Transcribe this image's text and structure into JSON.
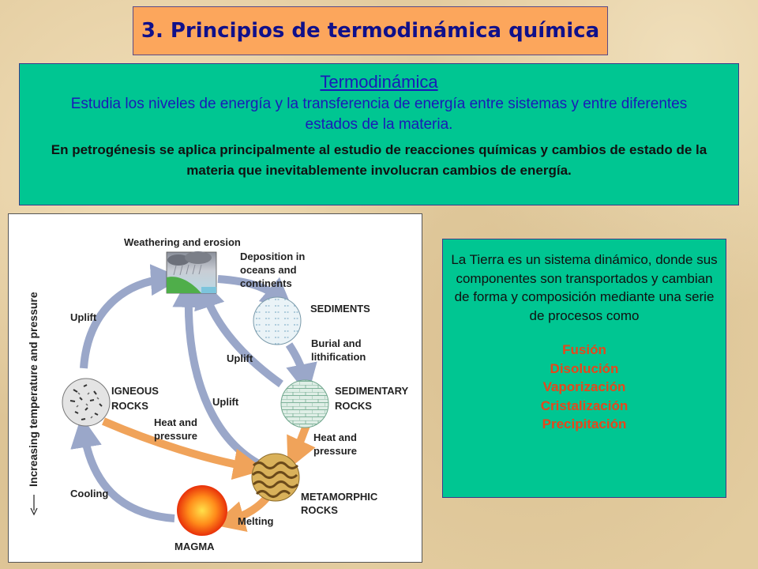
{
  "title": "3. Principios de termodinámica química",
  "thermo": {
    "heading": "Termodinámica",
    "description": "Estudia los niveles de energía y la transferencia de energía entre sistemas y entre diferentes estados de la materia.",
    "petrogenesis": "En petrogénesis se aplica principalmente al estudio de reacciones químicas y cambios de estado de la materia que inevitablemente involucran cambios de energía."
  },
  "diagram": {
    "axis_label": "Increasing temperature and pressure",
    "labels": {
      "weathering": "Weathering and erosion",
      "deposition_1": "Deposition in",
      "deposition_2": "oceans and",
      "deposition_3": "continents",
      "sediments": "SEDIMENTS",
      "burial_1": "Burial and",
      "burial_2": "lithification",
      "sedimentary_1": "SEDIMENTARY",
      "sedimentary_2": "ROCKS",
      "heat_right_1": "Heat and",
      "heat_right_2": "pressure",
      "metamorphic_1": "METAMORPHIC",
      "metamorphic_2": "ROCKS",
      "melting": "Melting",
      "magma": "MAGMA",
      "cooling": "Cooling",
      "igneous_1": "IGNEOUS",
      "igneous_2": "ROCKS",
      "uplift_left": "Uplift",
      "uplift_mid": "Uplift",
      "uplift_inner": "Uplift",
      "heat_left_1": "Heat and",
      "heat_left_2": "pressure"
    },
    "colors": {
      "arrow_blue": "#9aa7c9",
      "arrow_orange": "#f0a35a",
      "magma_core": "#ffcc00",
      "magma_edge": "#e8300a"
    }
  },
  "tierra": {
    "text": "La Tierra es un sistema dinámico, donde sus componentes son transportados y cambian de forma y composición mediante una serie de procesos como",
    "processes": [
      "Fusión",
      "Disolución",
      "Vaporización",
      "Cristalización",
      "Precipitación"
    ]
  },
  "colors": {
    "title_bg": "#fca65c",
    "title_text": "#10108a",
    "panel_green": "#00c692",
    "heading_blue": "#1a1ab8",
    "process_orange": "#e8461a"
  }
}
